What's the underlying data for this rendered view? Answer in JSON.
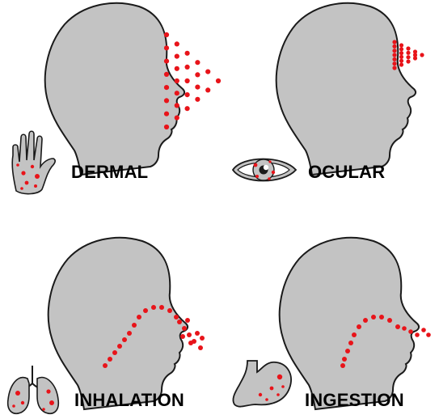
{
  "panels": {
    "dermal": {
      "label": "DERMAL"
    },
    "ocular": {
      "label": "OCULAR"
    },
    "inhalation": {
      "label": "INHALATION"
    },
    "ingestion": {
      "label": "INGESTION"
    }
  },
  "colors": {
    "head_fill": "#c3c3c3",
    "outline": "#1a1a1a",
    "particle": "#e8141a",
    "text": "#000000"
  }
}
